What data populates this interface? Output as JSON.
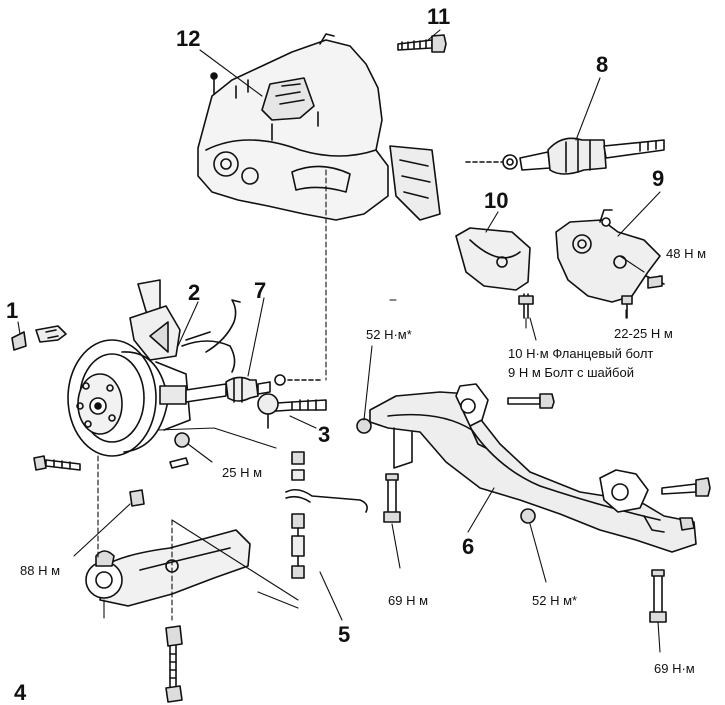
{
  "part_numbers": {
    "n1": "1",
    "n2": "2",
    "n3": "3",
    "n4": "4",
    "n5": "5",
    "n6": "6",
    "n7": "7",
    "n8": "8",
    "n9": "9",
    "n10": "10",
    "n11": "11",
    "n12": "12"
  },
  "torque_labels": {
    "t48": "48 Н м",
    "t52a": "52 Н·м*",
    "t22_25": "22-25 Н м",
    "t10": "10 Н·м Фланцевый болт",
    "t9": "9 Н м Болт с шайбой",
    "t25": "25 Н м",
    "t88": "88 Н м",
    "t69a": "69 Н м",
    "t52b": "52 Н м*",
    "t69b": "69 Н·м"
  }
}
